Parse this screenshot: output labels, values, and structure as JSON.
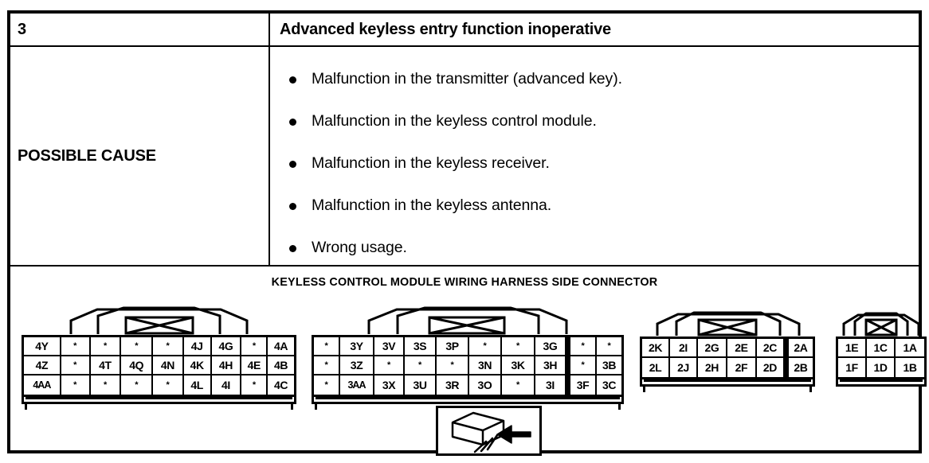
{
  "document": {
    "row_number": "3",
    "title": "Advanced keyless entry function inoperative",
    "cause_label": "POSSIBLE CAUSE",
    "causes": [
      "Malfunction in the transmitter (advanced key).",
      "Malfunction in the keyless control module.",
      "Malfunction in the keyless receiver.",
      "Malfunction in the keyless antenna.",
      "Wrong usage."
    ]
  },
  "diagram": {
    "title": "KEYLESS CONTROL MODULE WIRING HARNESS SIDE CONNECTOR",
    "blank_marker": "*",
    "view_icon_name": "connector-view-direction-icon",
    "connectors": [
      {
        "id": "connector-4",
        "rows": [
          [
            "4Y",
            "*",
            "*",
            "*",
            "*",
            "4J",
            "4G",
            "*",
            "4A"
          ],
          [
            "4Z",
            "*",
            "4T",
            "4Q",
            "4N",
            "4K",
            "4H",
            "4E",
            "4B"
          ],
          [
            "4AA",
            "*",
            "*",
            "*",
            "*",
            "4L",
            "4I",
            "*",
            "4C"
          ]
        ]
      },
      {
        "id": "connector-3",
        "rows": [
          [
            "*",
            "3Y",
            "3V",
            "3S",
            "3P",
            "*",
            "*",
            "3G",
            "*",
            "*"
          ],
          [
            "*",
            "3Z",
            "*",
            "*",
            "*",
            "3N",
            "3K",
            "3H",
            "*",
            "3B"
          ],
          [
            "*",
            "3AA",
            "3X",
            "3U",
            "3R",
            "3O",
            "*",
            "3I",
            "3F",
            "3C"
          ]
        ]
      },
      {
        "id": "connector-2",
        "rows": [
          [
            "2K",
            "2I",
            "2G",
            "2E",
            "2C",
            "2A"
          ],
          [
            "2L",
            "2J",
            "2H",
            "2F",
            "2D",
            "2B"
          ]
        ]
      },
      {
        "id": "connector-1",
        "rows": [
          [
            "1E",
            "1C",
            "1A"
          ],
          [
            "1F",
            "1D",
            "1B"
          ]
        ]
      }
    ]
  },
  "colors": {
    "ink": "#000000",
    "paper": "#ffffff"
  }
}
